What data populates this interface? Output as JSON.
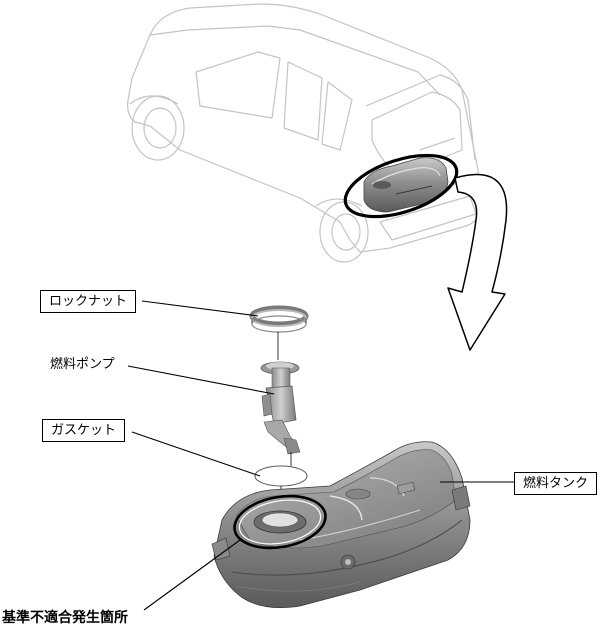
{
  "labels": {
    "lock_nut": "ロックナット",
    "fuel_pump": "燃料ポンプ",
    "gasket": "ガスケット",
    "fuel_tank": "燃料タンク",
    "defect_location": "基準不適合発生箇所"
  },
  "colors": {
    "line": "#000000",
    "car_outline": "#c8c8c8",
    "part_dark": "#6e6e6e",
    "part_mid": "#9a9a9a",
    "part_light": "#d2d2d2"
  }
}
